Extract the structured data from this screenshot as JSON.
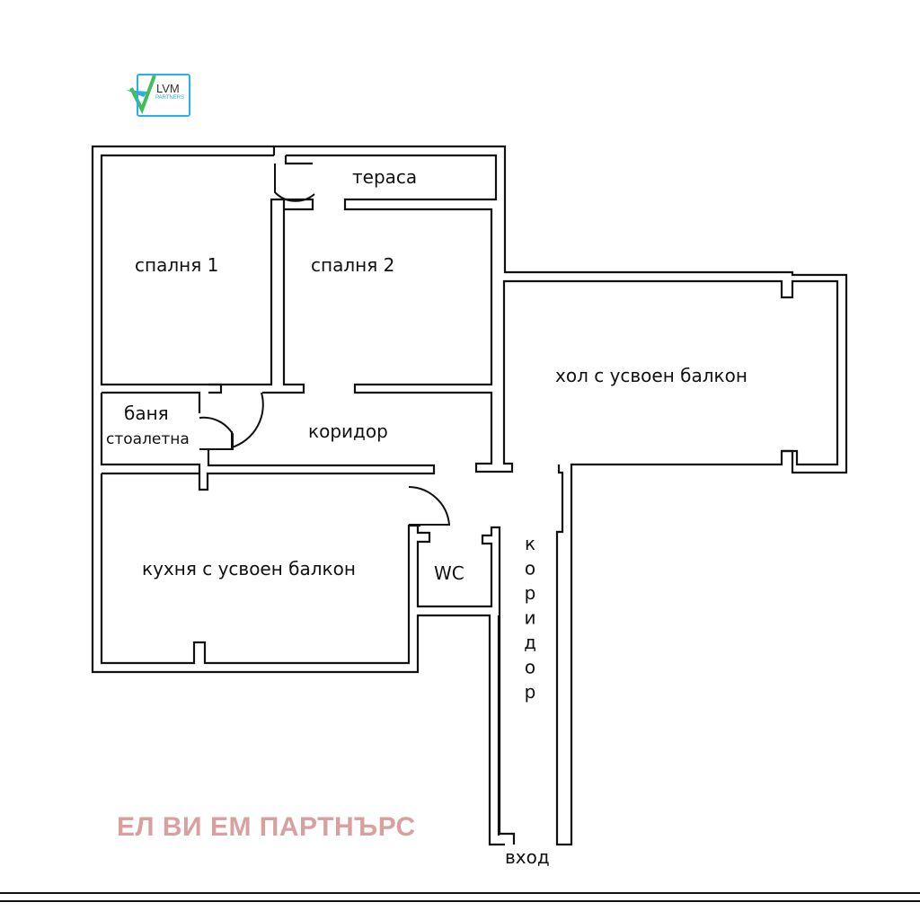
{
  "logo": {
    "main": "LVM",
    "sub": "PARTNERS"
  },
  "rooms": {
    "terrace": "тераса",
    "bedroom1": "спалня 1",
    "bedroom2": "спалня 2",
    "living": "хол с усвоен балкон",
    "bathroom_line1": "баня",
    "bathroom_line2": "стоалетна",
    "corridor": "коридор",
    "kitchen": "кухня с усвоен балкон",
    "wc": "WC",
    "corridor_vertical": "коридор",
    "entrance": "вход"
  },
  "watermark": "ЕЛ ВИ ЕМ  ПАРТНЪРС",
  "colors": {
    "walls": "#111111",
    "watermark": "#d8a09f",
    "logo_accent": "#2ab0e8",
    "logo_green": "#3fbf5a"
  }
}
